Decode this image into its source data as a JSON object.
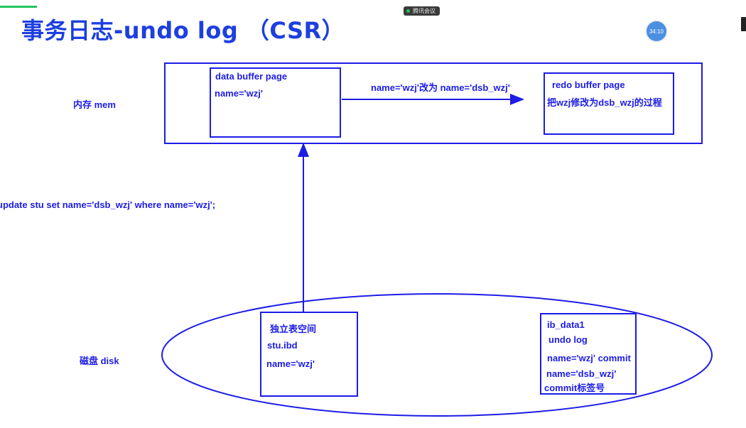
{
  "title": "事务日志-undo log （CSR）",
  "meeting_app": {
    "label": "腾讯会议",
    "timer": "34:10"
  },
  "colors": {
    "diagram": "#1c1ce6",
    "title": "#1d3fe0",
    "accent": "#22c55e",
    "timer_bg": "#4a90e2"
  },
  "memory": {
    "label": "内存  mem",
    "data_buffer": {
      "title": "data buffer page",
      "value": "name='wzj'"
    },
    "change_note": "name='wzj'改为 name='dsb_wzj'",
    "redo_buffer": {
      "title": "redo buffer page",
      "desc": "把wzj修改为dsb_wzj的过程"
    }
  },
  "sql": "update stu set name='dsb_wzj' where name='wzj';",
  "disk": {
    "label": "磁盘  disk",
    "tablespace": {
      "title": "独立表空间",
      "file": "stu.ibd",
      "value": "name='wzj'"
    },
    "ibdata": {
      "title": "ib_data1",
      "subtitle": "undo log",
      "entry1": "name='wzj' commit",
      "entry2": "name='dsb_wzj'",
      "entry3": "commit标签号"
    }
  }
}
